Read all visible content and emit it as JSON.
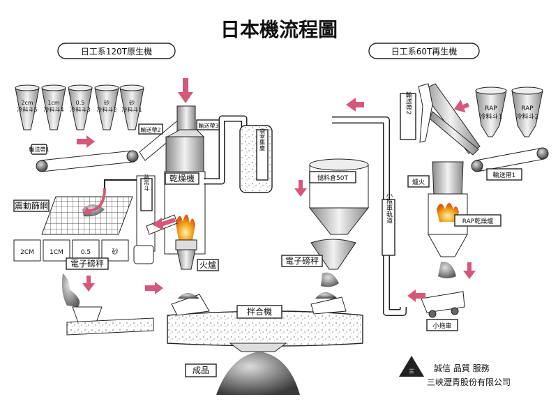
{
  "title": "日本機流程圖",
  "left_plant": {
    "title": "日工系120T原生機",
    "hoppers": [
      {
        "l1": "2cm",
        "l2": "冷料斗5"
      },
      {
        "l1": "1cm",
        "l2": "冷料斗4"
      },
      {
        "l1": "0.5",
        "l2": "冷料斗3"
      },
      {
        "l1": "砂",
        "l2": "冷料斗2"
      },
      {
        "l1": "砂",
        "l2": "冷料斗1"
      }
    ],
    "conveyor1": "輸送帶1",
    "conveyor2": "輸送帶2",
    "conveyor3": "輸送帶3",
    "dust_collector": "袋室集塵",
    "dryer": "乾燥機",
    "hot_elevator": "熱吊斗",
    "burner": "火爐",
    "screen": "震動篩網",
    "bins": [
      "2CM",
      "1CM",
      "0.5",
      "砂"
    ],
    "scale": "電子磅秤"
  },
  "right_plant": {
    "title": "日工系60T再生機",
    "conveyor2": "輸送帶2",
    "conveyor1": "輸送帶1",
    "hoppers": [
      {
        "l1": "RAP",
        "l2": "冷料斗1"
      },
      {
        "l1": "RAP",
        "l2": "冷料斗2"
      }
    ],
    "burner": "爐火",
    "rap_dryer": "RAP乾燥爐",
    "storage": "儲料倉50T",
    "rail": "小拖車軌道",
    "scale": "電子磅秤",
    "cart": "小拖車"
  },
  "mixer": "拌合機",
  "product": "成品",
  "company": {
    "slogan": "誠信 品質 服務",
    "name": "三峽瀝青股份有限公司"
  },
  "colors": {
    "arrow": "#d4587a",
    "flame": "#f2a019",
    "belt": "#ffffff"
  }
}
